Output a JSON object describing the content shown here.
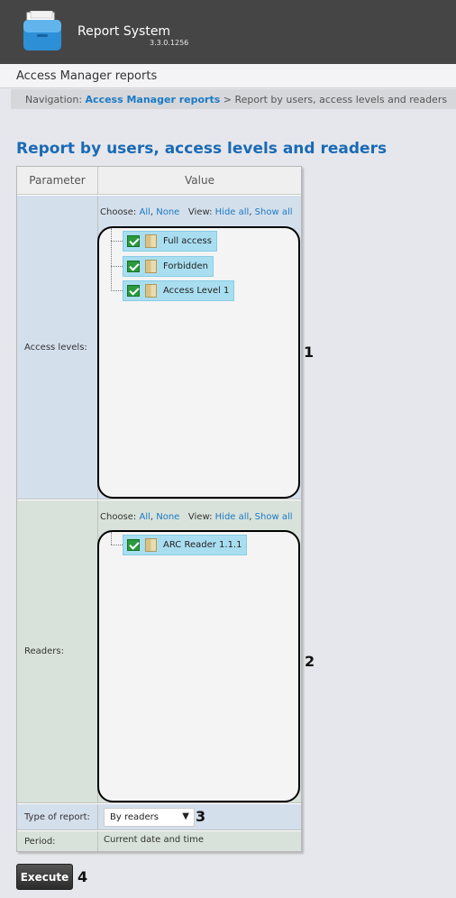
{
  "app": {
    "title": "Report System",
    "version": "3.3.0.1256"
  },
  "subheader": "Access Manager reports",
  "navigation": {
    "label": "Navigation:",
    "link": "Access Manager reports",
    "separator": ">",
    "current": "Report by users, access levels and readers"
  },
  "page_title": "Report by users, access levels and readers",
  "table": {
    "col_parameter": "Parameter",
    "col_value": "Value",
    "choose": {
      "choose_label": "Choose:",
      "all": "All",
      "none": "None",
      "view_label": "View:",
      "hide_all": "Hide all",
      "show_all": "Show all"
    },
    "access_levels": {
      "label": "Access levels:",
      "items": [
        {
          "label": "Full access",
          "checked": true
        },
        {
          "label": "Forbidden",
          "checked": true
        },
        {
          "label": "Access Level 1",
          "checked": true
        }
      ]
    },
    "readers": {
      "label": "Readers:",
      "items": [
        {
          "label": "ARC Reader 1.1.1",
          "checked": true
        }
      ]
    },
    "type_of_report": {
      "label": "Type of report:",
      "value": "By readers"
    },
    "period": {
      "label": "Period:",
      "value": "Current date and time"
    }
  },
  "markers": [
    "1",
    "2",
    "3",
    "4"
  ],
  "execute_label": "Execute",
  "colors": {
    "accent": "#1b7ac4",
    "title": "#1b6ab5",
    "topbar": "#454545",
    "node": "#a9def0"
  }
}
